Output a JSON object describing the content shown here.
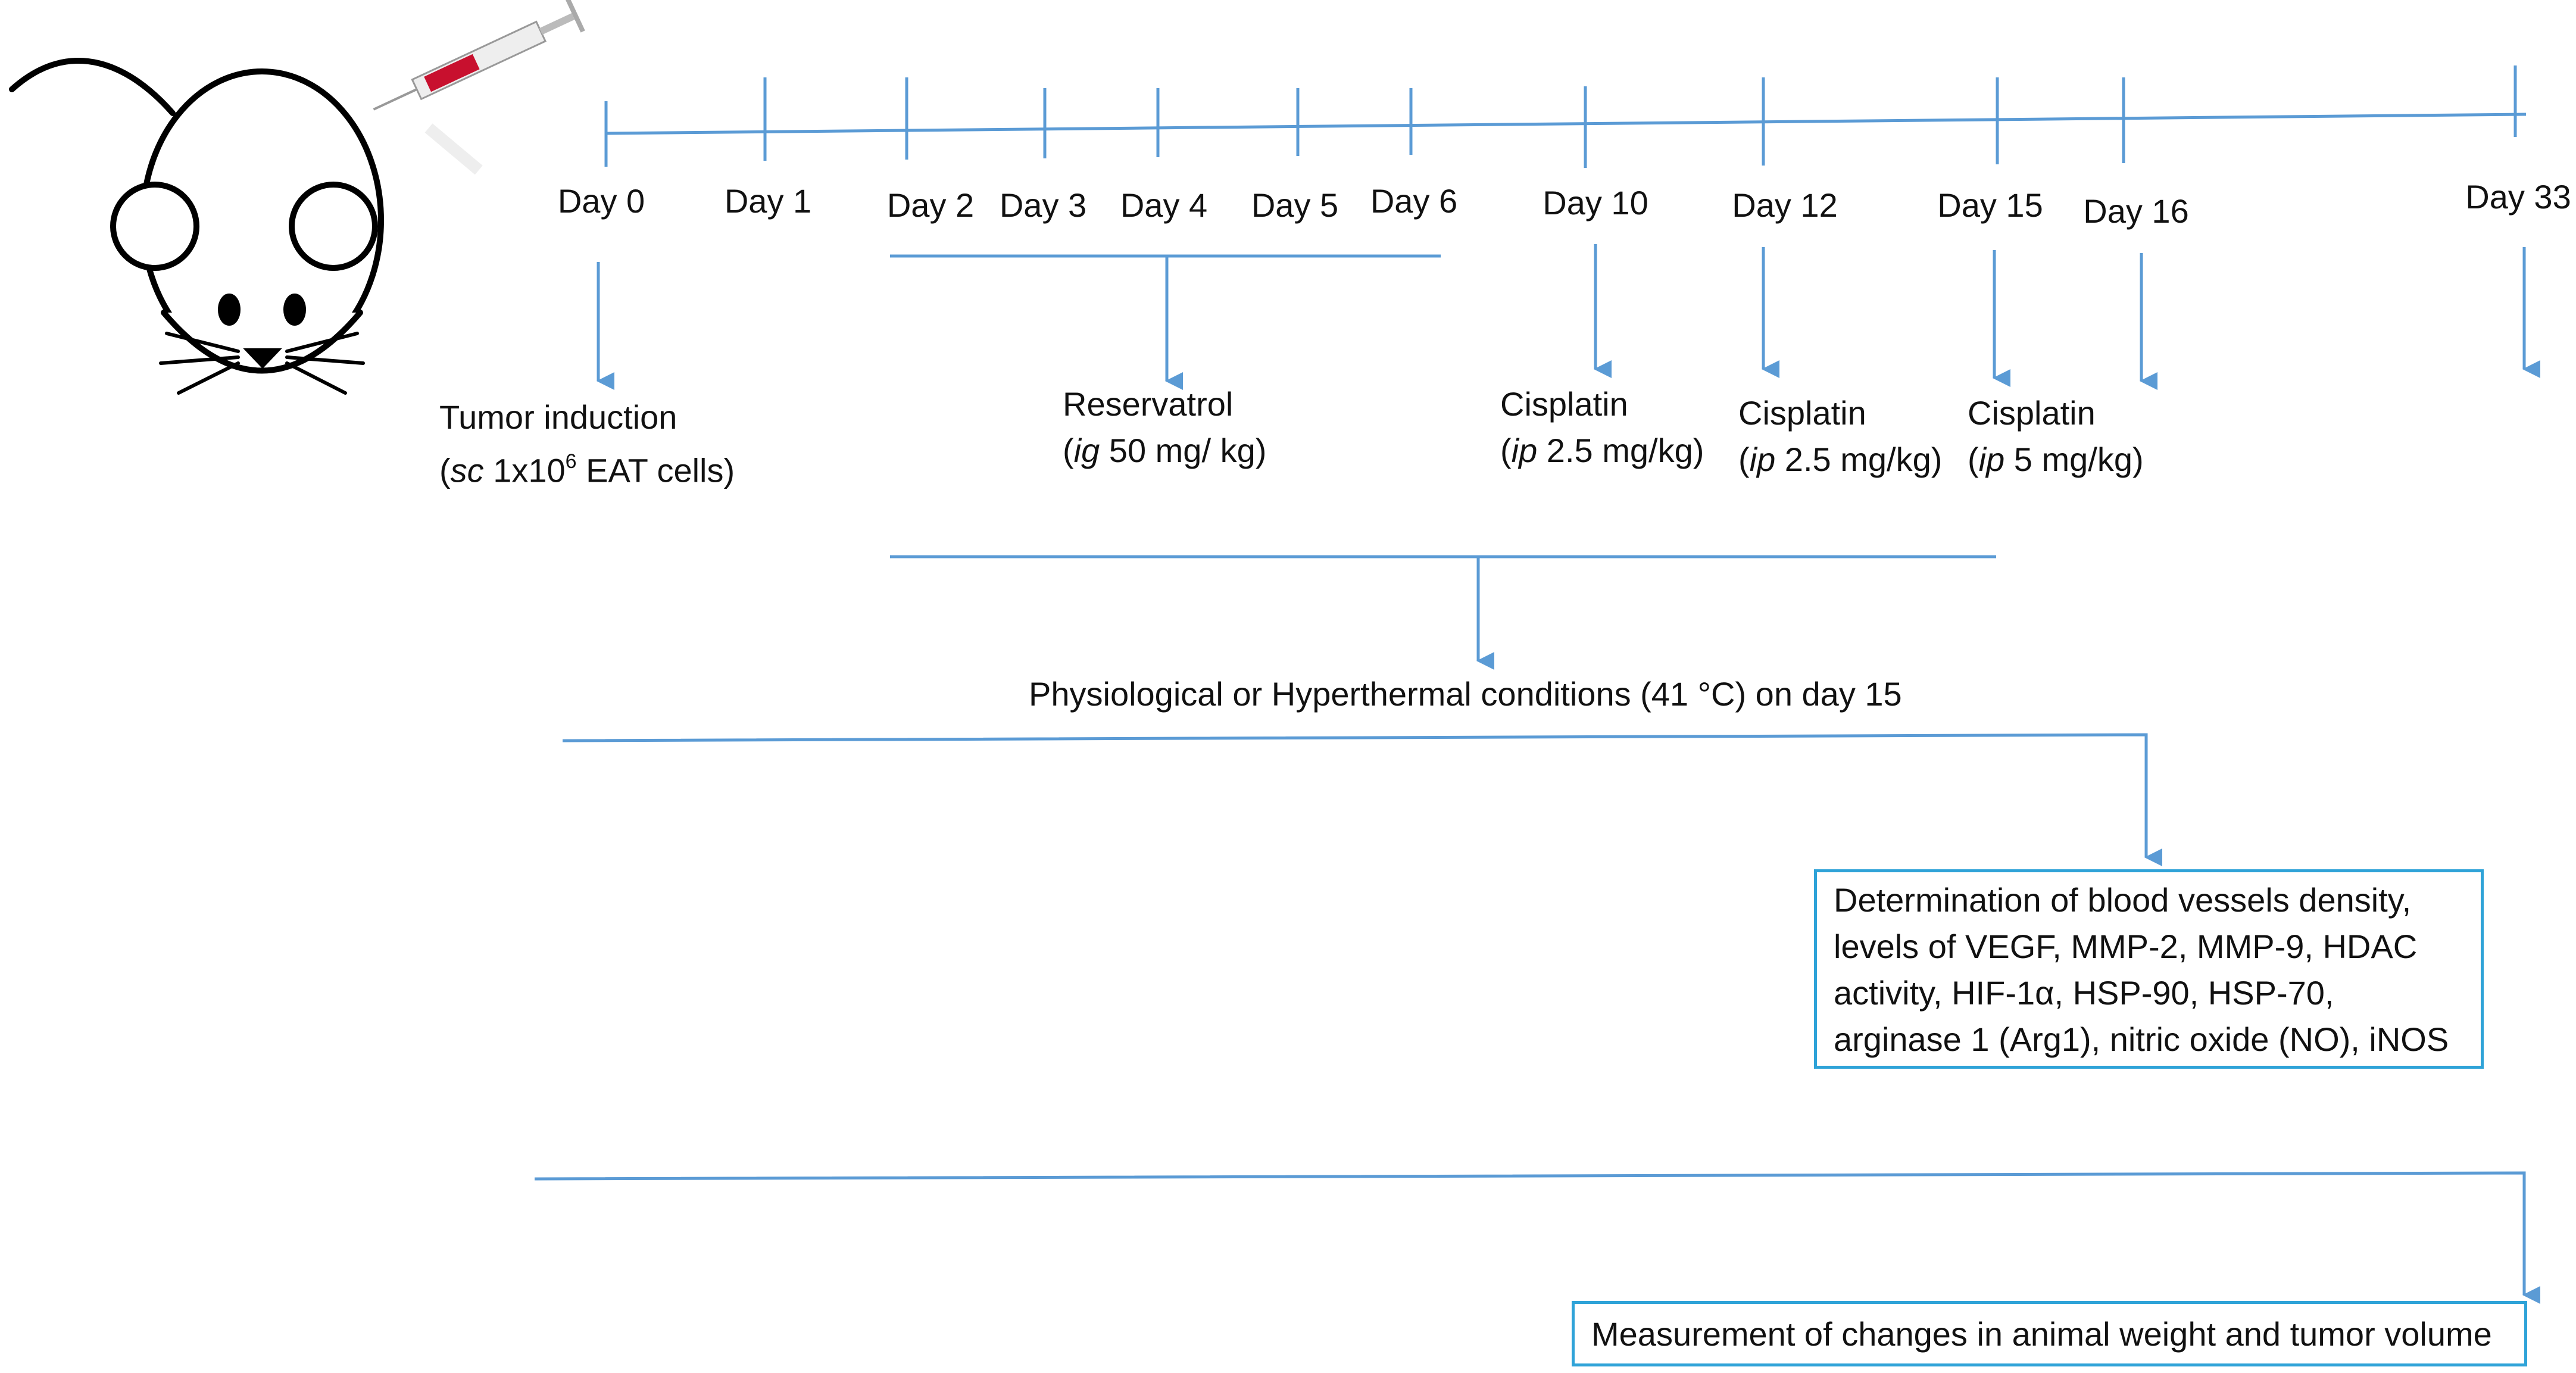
{
  "timeline": {
    "days": [
      "Day 0",
      "Day 1",
      "Day 2",
      "Day 3",
      "Day 4",
      "Day 5",
      "Day 6",
      "Day 10",
      "Day 12",
      "Day 15",
      "Day 16",
      "Day 33"
    ]
  },
  "events": {
    "tumor": {
      "title": "Tumor induction",
      "route": "sc",
      "dose_pre": "1x10",
      "dose_sup": "6",
      "dose_post": " EAT cells)"
    },
    "resveratrol": {
      "title": "Reservatrol",
      "route": "ig",
      "dose": " 50 mg/ kg)"
    },
    "cisplatin_10": {
      "title": "Cisplatin",
      "route": "ip",
      "dose": " 2.5 mg/kg)"
    },
    "cisplatin_12": {
      "title": "Cisplatin",
      "route": "ip",
      "dose": " 2.5 mg/kg)"
    },
    "cisplatin_15": {
      "title": "Cisplatin",
      "route": "ip",
      "dose": " 5 mg/kg)"
    }
  },
  "conditions": {
    "text": "Physiological or Hyperthermal conditions (41 °C)  on day 15"
  },
  "determination_box": {
    "lines": [
      "Determination of blood vessels density,",
      "levels of VEGF, MMP-2, MMP-9, HDAC",
      "activity, HIF-1α, HSP-90, HSP-70,",
      "arginase 1 (Arg1), nitric oxide (NO), iNOS"
    ]
  },
  "measurement_box": {
    "text": "Measurement of changes in animal weight and tumor volume"
  },
  "colors": {
    "line": "#5b9bd5",
    "box_border": "#2fa3d8",
    "syringe_red": "#c8102e"
  },
  "icons": [
    "mouse-icon",
    "syringe-icon"
  ]
}
